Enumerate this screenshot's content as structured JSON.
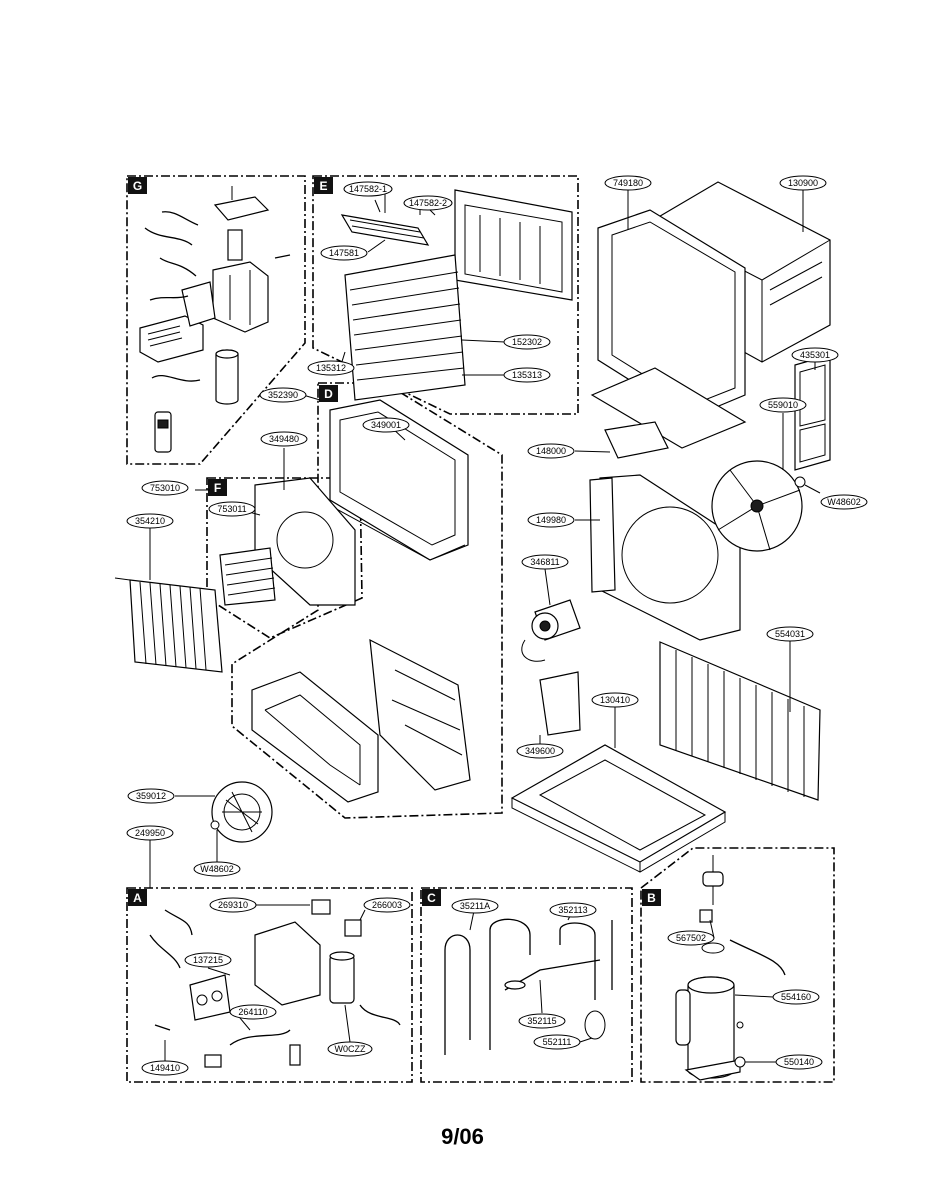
{
  "sections": {
    "A": "A",
    "B": "B",
    "C": "C",
    "D": "D",
    "E": "E",
    "F": "F",
    "G": "G"
  },
  "parts": {
    "p749180": "749180",
    "p130900": "130900",
    "p147582_1": "147582-1",
    "p147582_2": "147582-2",
    "p147581": "147581",
    "p152302": "152302",
    "p135313": "135313",
    "p135312": "135312",
    "p352390": "352390",
    "p349001": "349001",
    "p349480": "349480",
    "p753010": "753010",
    "p753011": "753011",
    "p354210": "354210",
    "p435301": "435301",
    "p559010": "559010",
    "p148000": "148000",
    "pW48602a": "W48602",
    "p149980": "149980",
    "p346811": "346811",
    "p554031": "554031",
    "p130410": "130410",
    "p349600": "349600",
    "p359012": "359012",
    "p249950": "249950",
    "pW48602b": "W48602",
    "p269310": "269310",
    "p266003": "266003",
    "p137215": "137215",
    "p264110": "264110",
    "p149410": "149410",
    "pW0CZZ": "W0CZZ",
    "p35211A": "35211A",
    "p352113": "352113",
    "p352115": "352115",
    "p552111": "552111",
    "p567502": "567502",
    "p554160": "554160",
    "p550140": "550140"
  },
  "footer": "9/06"
}
